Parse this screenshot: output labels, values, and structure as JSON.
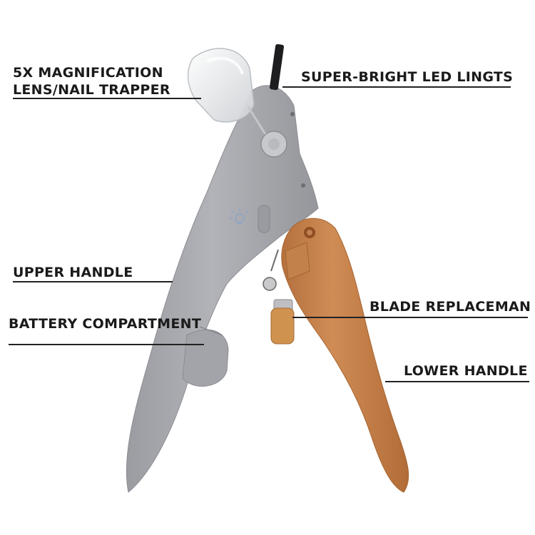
{
  "labels": {
    "magnification_line1": "5X MAGNIFICATION",
    "magnification_line2": "LENS/NAIL TRAPPER",
    "led": "SUPER-BRIGHT LED LINGTS",
    "upper_handle": "UPPER HANDLE",
    "battery": "BATTERY COMPARTMENT",
    "blade": "BLADE REPLACEMAN",
    "lower_handle": "LOWER HANDLE"
  },
  "colors": {
    "upper_handle": "#a8a9ae",
    "lower_handle": "#c98650",
    "lens": "#eef0f2",
    "callout_line": "#222222"
  },
  "icons": {
    "led_button": "light-bulb-icon"
  }
}
